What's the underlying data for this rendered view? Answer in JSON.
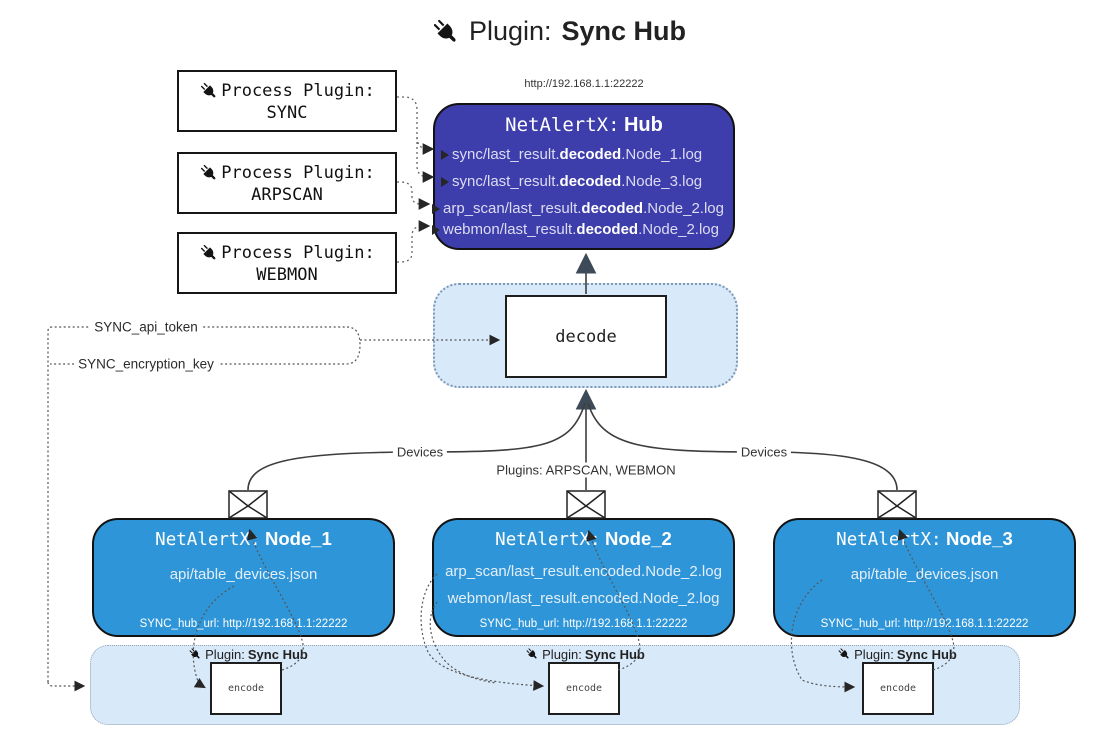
{
  "title": {
    "prefix": "Plugin:",
    "name": "Sync Hub"
  },
  "process_plugins": [
    {
      "label": "Process Plugin:",
      "name": "SYNC"
    },
    {
      "label": "Process Plugin:",
      "name": "ARPSCAN"
    },
    {
      "label": "Process Plugin:",
      "name": "WEBMON"
    }
  ],
  "hub": {
    "url": "http://192.168.1.1:22222",
    "title_prefix": "NetAlertX:",
    "title_name": "Hub",
    "logs": [
      {
        "pre": "sync/last_result.",
        "bold": "decoded",
        "post": ".Node_1.log"
      },
      {
        "pre": "sync/last_result.",
        "bold": "decoded",
        "post": ".Node_3.log"
      },
      {
        "pre": "arp_scan/last_result.",
        "bold": "decoded",
        "post": ".Node_2.log"
      },
      {
        "pre": "webmon/last_result.",
        "bold": "decoded",
        "post": ".Node_2.log"
      }
    ]
  },
  "decode_label": "decode",
  "labels": {
    "sync_api_token": "SYNC_api_token",
    "sync_encryption_key": "SYNC_encryption_key",
    "devices_left": "Devices",
    "devices_right": "Devices",
    "plugins_note": "Plugins: ARPSCAN, WEBMON"
  },
  "nodes": [
    {
      "title_prefix": "NetAlertX:",
      "title_name": "Node_1",
      "lines": [
        "api/table_devices.json"
      ],
      "hub_url": "SYNC_hub_url: http://192.168.1.1:22222"
    },
    {
      "title_prefix": "NetAlertX:",
      "title_name": "Node_2",
      "lines": [
        "arp_scan/last_result.encoded.Node_2.log",
        "webmon/last_result.encoded.Node_2.log"
      ],
      "hub_url": "SYNC_hub_url: http://192.168.1.1:22222"
    },
    {
      "title_prefix": "NetAlertX:",
      "title_name": "Node_3",
      "lines": [
        "api/table_devices.json"
      ],
      "hub_url": "SYNC_hub_url: http://192.168.1.1:22222"
    }
  ],
  "encode": {
    "label_prefix": "Plugin:",
    "label_name": "Sync Hub",
    "box_label": "encode"
  },
  "colors": {
    "hub_fill": "#3d3dab",
    "node_fill": "#2e96d8",
    "panel_fill": "#d8e9fa",
    "line": "#3d3d3d"
  }
}
